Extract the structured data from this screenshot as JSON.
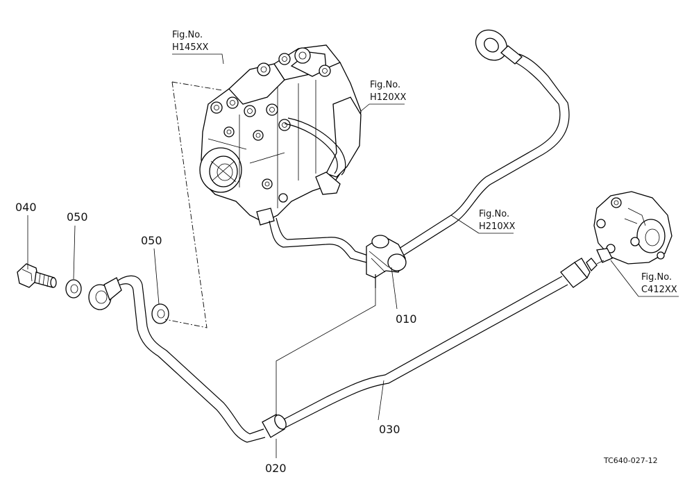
{
  "fig_refs": {
    "h145": {
      "top": "Fig.No.",
      "bottom": "H145XX"
    },
    "h120": {
      "top": "Fig.No.",
      "bottom": "H120XX"
    },
    "h210": {
      "top": "Fig.No.",
      "bottom": "H210XX"
    },
    "c412": {
      "top": "Fig.No.",
      "bottom": "C412XX"
    }
  },
  "part_numbers": {
    "p010": "010",
    "p020": "020",
    "p030": "030",
    "p040": "040",
    "p050_left": "050",
    "p050_right": "050"
  },
  "drawing_code": "TC640-027-12"
}
